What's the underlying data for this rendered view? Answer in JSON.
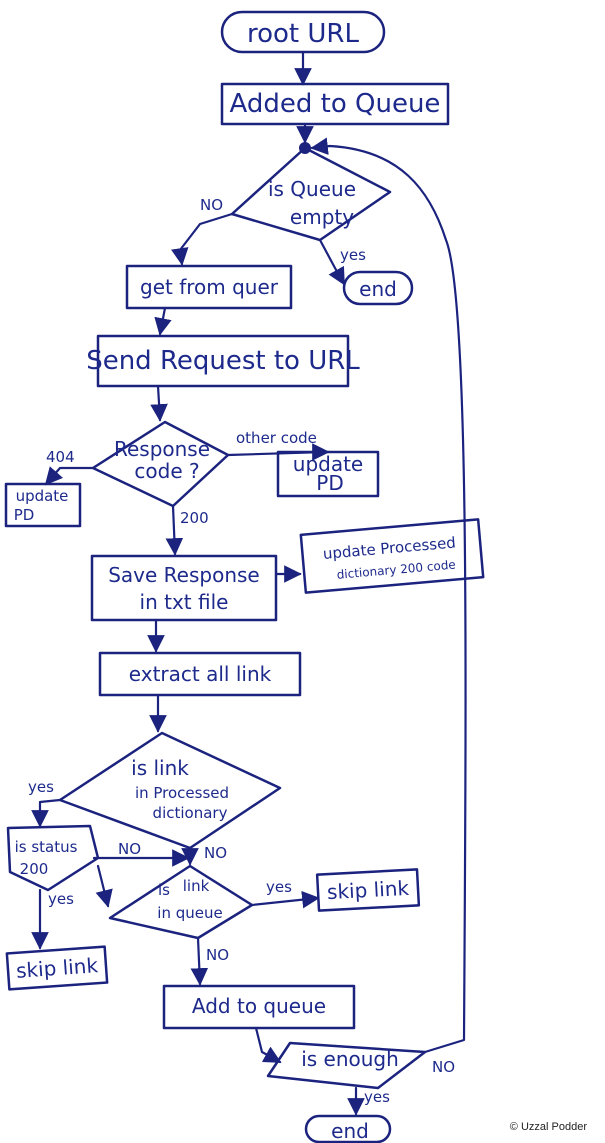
{
  "nodes": {
    "root_url": "root URL",
    "added_to_queue": "Added to Queue",
    "is_queue_empty_1": "is Queue",
    "is_queue_empty_2": "empty",
    "end_top": "end",
    "get_from_queue": "get from quer",
    "send_request": "Send Request to URL",
    "response_code_1": "Response",
    "response_code_2": "code ?",
    "update_pd_left_1": "update",
    "update_pd_left_2": "PD",
    "update_pd_right_1": "update",
    "update_pd_right_2": "PD",
    "save_response_1": "Save Response",
    "save_response_2": "in txt file",
    "update_processed_1": "update Processed",
    "update_processed_2": "dictionary 200 code",
    "extract_links": "extract all link",
    "is_link_processed_1": "is link",
    "is_link_processed_2": "in Processed",
    "is_link_processed_3": "dictionary",
    "is_status_200_1": "is status",
    "is_status_200_2": "200",
    "is_link_in_queue_1": "is",
    "is_link_in_queue_2": "link",
    "is_link_in_queue_3": "in queue",
    "skip_link_right": "skip link",
    "skip_link_left": "skip link",
    "add_to_queue": "Add to queue",
    "is_enough": "is enough",
    "end_bottom": "end"
  },
  "edges": {
    "no_queue": "NO",
    "yes_queue": "yes",
    "code_404": "404",
    "code_other": "other code",
    "code_200": "200",
    "yes_processed": "yes",
    "no_status": "NO",
    "no_processed": "NO",
    "yes_status": "yes",
    "yes_in_queue": "yes",
    "no_in_queue": "NO",
    "no_enough": "NO",
    "yes_enough": "yes"
  },
  "credit": "© Uzzal Podder"
}
